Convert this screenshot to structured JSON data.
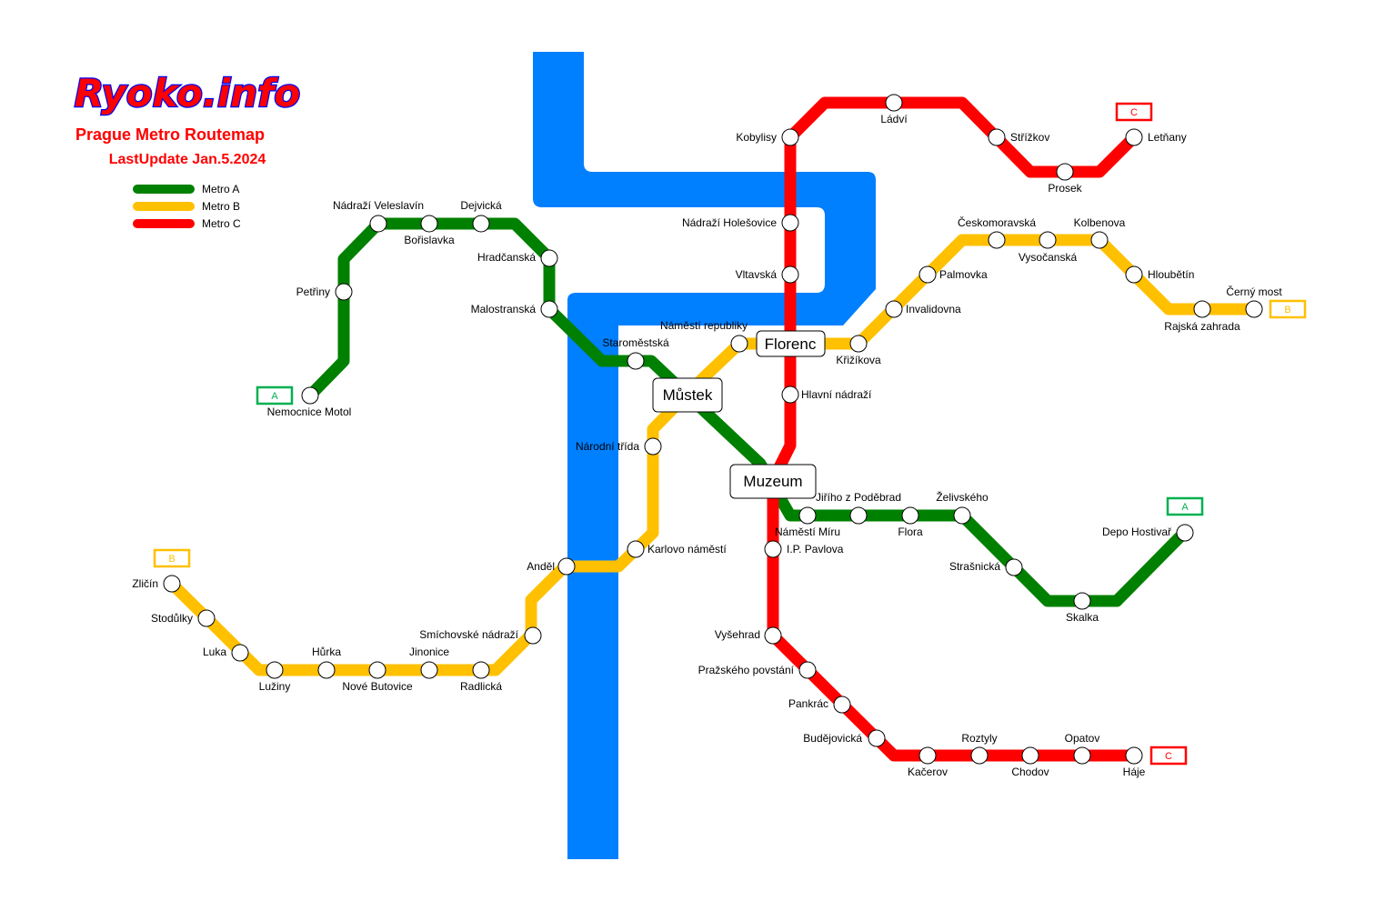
{
  "header": {
    "brand": "Ryoko.info",
    "title": "Prague Metro Routemap",
    "last_update": "LastUpdate Jan.5.2024"
  },
  "colors": {
    "river": "#0080ff",
    "metro_a": "#008000",
    "metro_b": "#ffc000",
    "metro_c": "#ff0000",
    "brand_fill": "#ff0000",
    "brand_outline": "#0000ff",
    "terminal_a": "#00b050"
  },
  "legend": [
    {
      "key": "a",
      "label": "Metro A"
    },
    {
      "key": "b",
      "label": "Metro B"
    },
    {
      "key": "c",
      "label": "Metro C"
    }
  ],
  "terminals": {
    "a_west": "A",
    "a_east": "A",
    "b_west": "B",
    "b_east": "B",
    "c_north": "C",
    "c_south": "C"
  },
  "hubs": {
    "florenc": "Florenc",
    "mustek": "Můstek",
    "muzeum": "Muzeum"
  },
  "stations": {
    "nemocnice_motol": "Nemocnice Motol",
    "petriny": "Petřiny",
    "nadrazi_veleslavin": "Nádraží Veleslavín",
    "borislavka": "Bořislavka",
    "dejvicka": "Dejvická",
    "hradcanska": "Hradčanská",
    "malostranska": "Malostranská",
    "staromestska": "Staroměstská",
    "jiriho_z_podebrad": "Jiřího z Poděbrad",
    "namesti_miru": "Náměstí Míru",
    "flora": "Flora",
    "zelivskeho": "Želivského",
    "strasnicka": "Strašnická",
    "skalka": "Skalka",
    "depo_hostivar": "Depo Hostivař",
    "zlicin": "Zličín",
    "stodulky": "Stodůlky",
    "luka": "Luka",
    "luziny": "Lužiny",
    "hurka": "Hůrka",
    "nove_butovice": "Nové Butovice",
    "jinonice": "Jinonice",
    "radlicka": "Radlická",
    "smichovske_nadrazi": "Smíchovské nádraží",
    "andel": "Anděl",
    "karlovo_namesti": "Karlovo náměstí",
    "narodni_trida": "Národní třída",
    "namesti_republiky": "Náměstí republiky",
    "krizikova": "Křižíkova",
    "invalidovna": "Invalidovna",
    "palmovka": "Palmovka",
    "ceskomoravska": "Českomoravská",
    "vysocanska": "Vysočanská",
    "kolbenova": "Kolbenova",
    "hloubetin": "Hloubětín",
    "rajska_zahrada": "Rajská zahrada",
    "cerny_most": "Černý most",
    "letnany": "Letňany",
    "prosek": "Prosek",
    "strizkov": "Střížkov",
    "ladvi": "Ládví",
    "kobylisy": "Kobylisy",
    "nadrazi_holesovice": "Nádraží Holešovice",
    "vltavska": "Vltavská",
    "hlavni_nadrazi": "Hlavní nádraží",
    "ip_pavlova": "I.P. Pavlova",
    "vysehrad": "Vyšehrad",
    "prazskeho_povstani": "Pražského povstání",
    "pankrac": "Pankrác",
    "budejovicka": "Budějovická",
    "kacerov": "Kačerov",
    "roztyly": "Roztyly",
    "chodov": "Chodov",
    "opatov": "Opatov",
    "haje": "Háje"
  }
}
